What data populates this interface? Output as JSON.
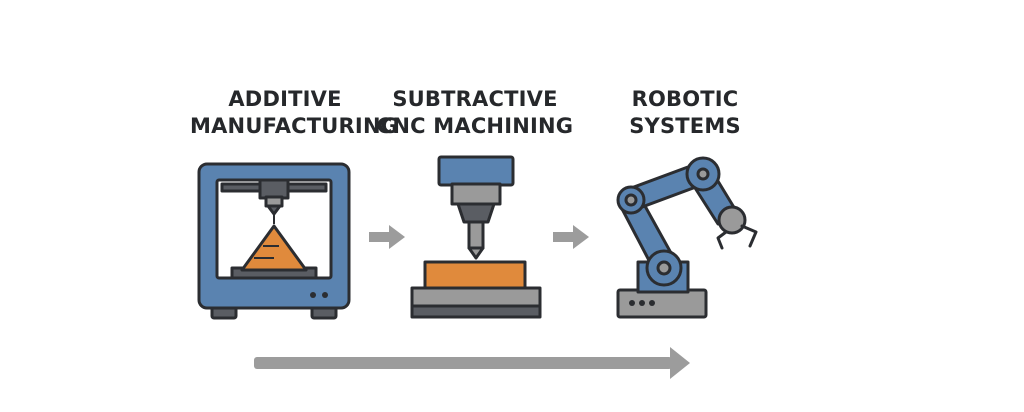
{
  "stages": [
    {
      "line1": "ADDITIVE",
      "line2": "MANUFACTURING",
      "icon": "3d-printer-icon"
    },
    {
      "line1": "SUBTRACTIVE",
      "line2": "CNC MACHINING",
      "icon": "cnc-mill-icon"
    },
    {
      "line1": "ROBOTIC",
      "line2": "SYSTEMS",
      "icon": "robot-arm-icon"
    }
  ],
  "colors": {
    "steel_blue": "#5a83b0",
    "orange": "#e08a3c",
    "dark_gray": "#5a5d63",
    "light_gray": "#9a9a9a",
    "arrow_gray": "#9c9c9c",
    "outline": "#2b2d31",
    "text": "#26282b"
  }
}
